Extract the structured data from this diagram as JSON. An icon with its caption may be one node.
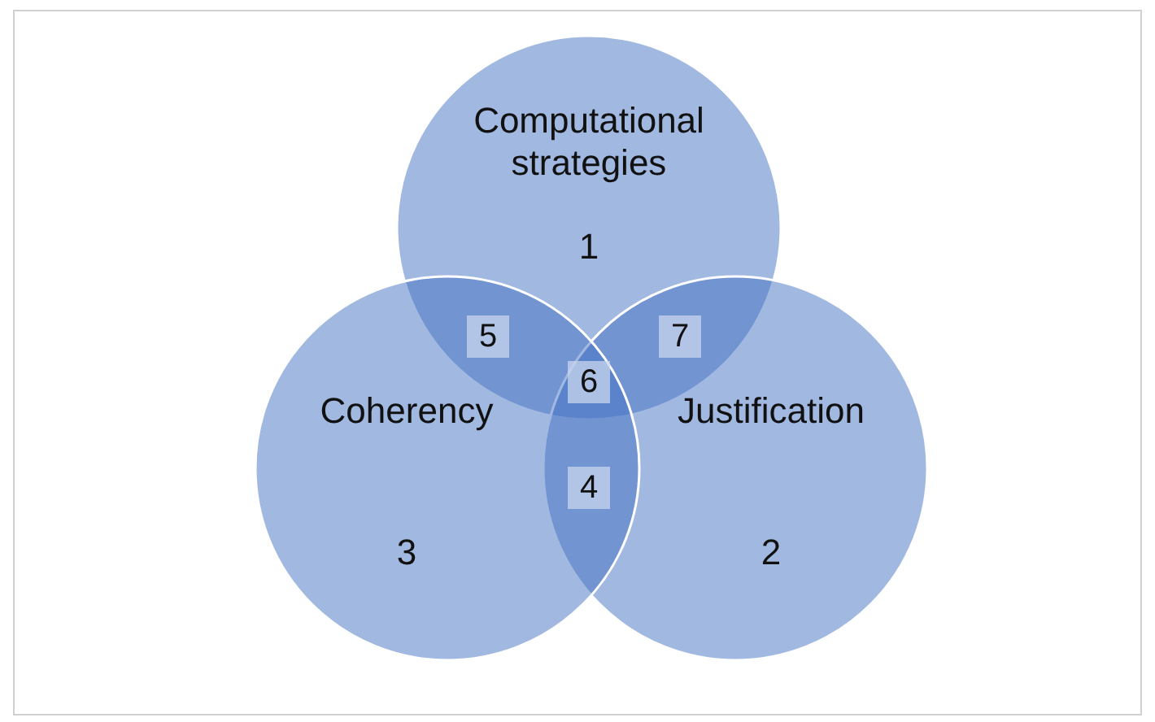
{
  "diagram": {
    "nodes": [
      {
        "text": [
          "Computational strategies",
          "1"
        ]
      },
      {
        "text": [
          "Justification",
          "2"
        ]
      },
      {
        "text": [
          "Coherency",
          "3"
        ]
      },
      {
        "text": [
          "4"
        ]
      },
      {
        "text": [
          "5"
        ]
      },
      {
        "text": [
          "6"
        ]
      },
      {
        "text": [
          "7"
        ]
      }
    ]
  }
}
